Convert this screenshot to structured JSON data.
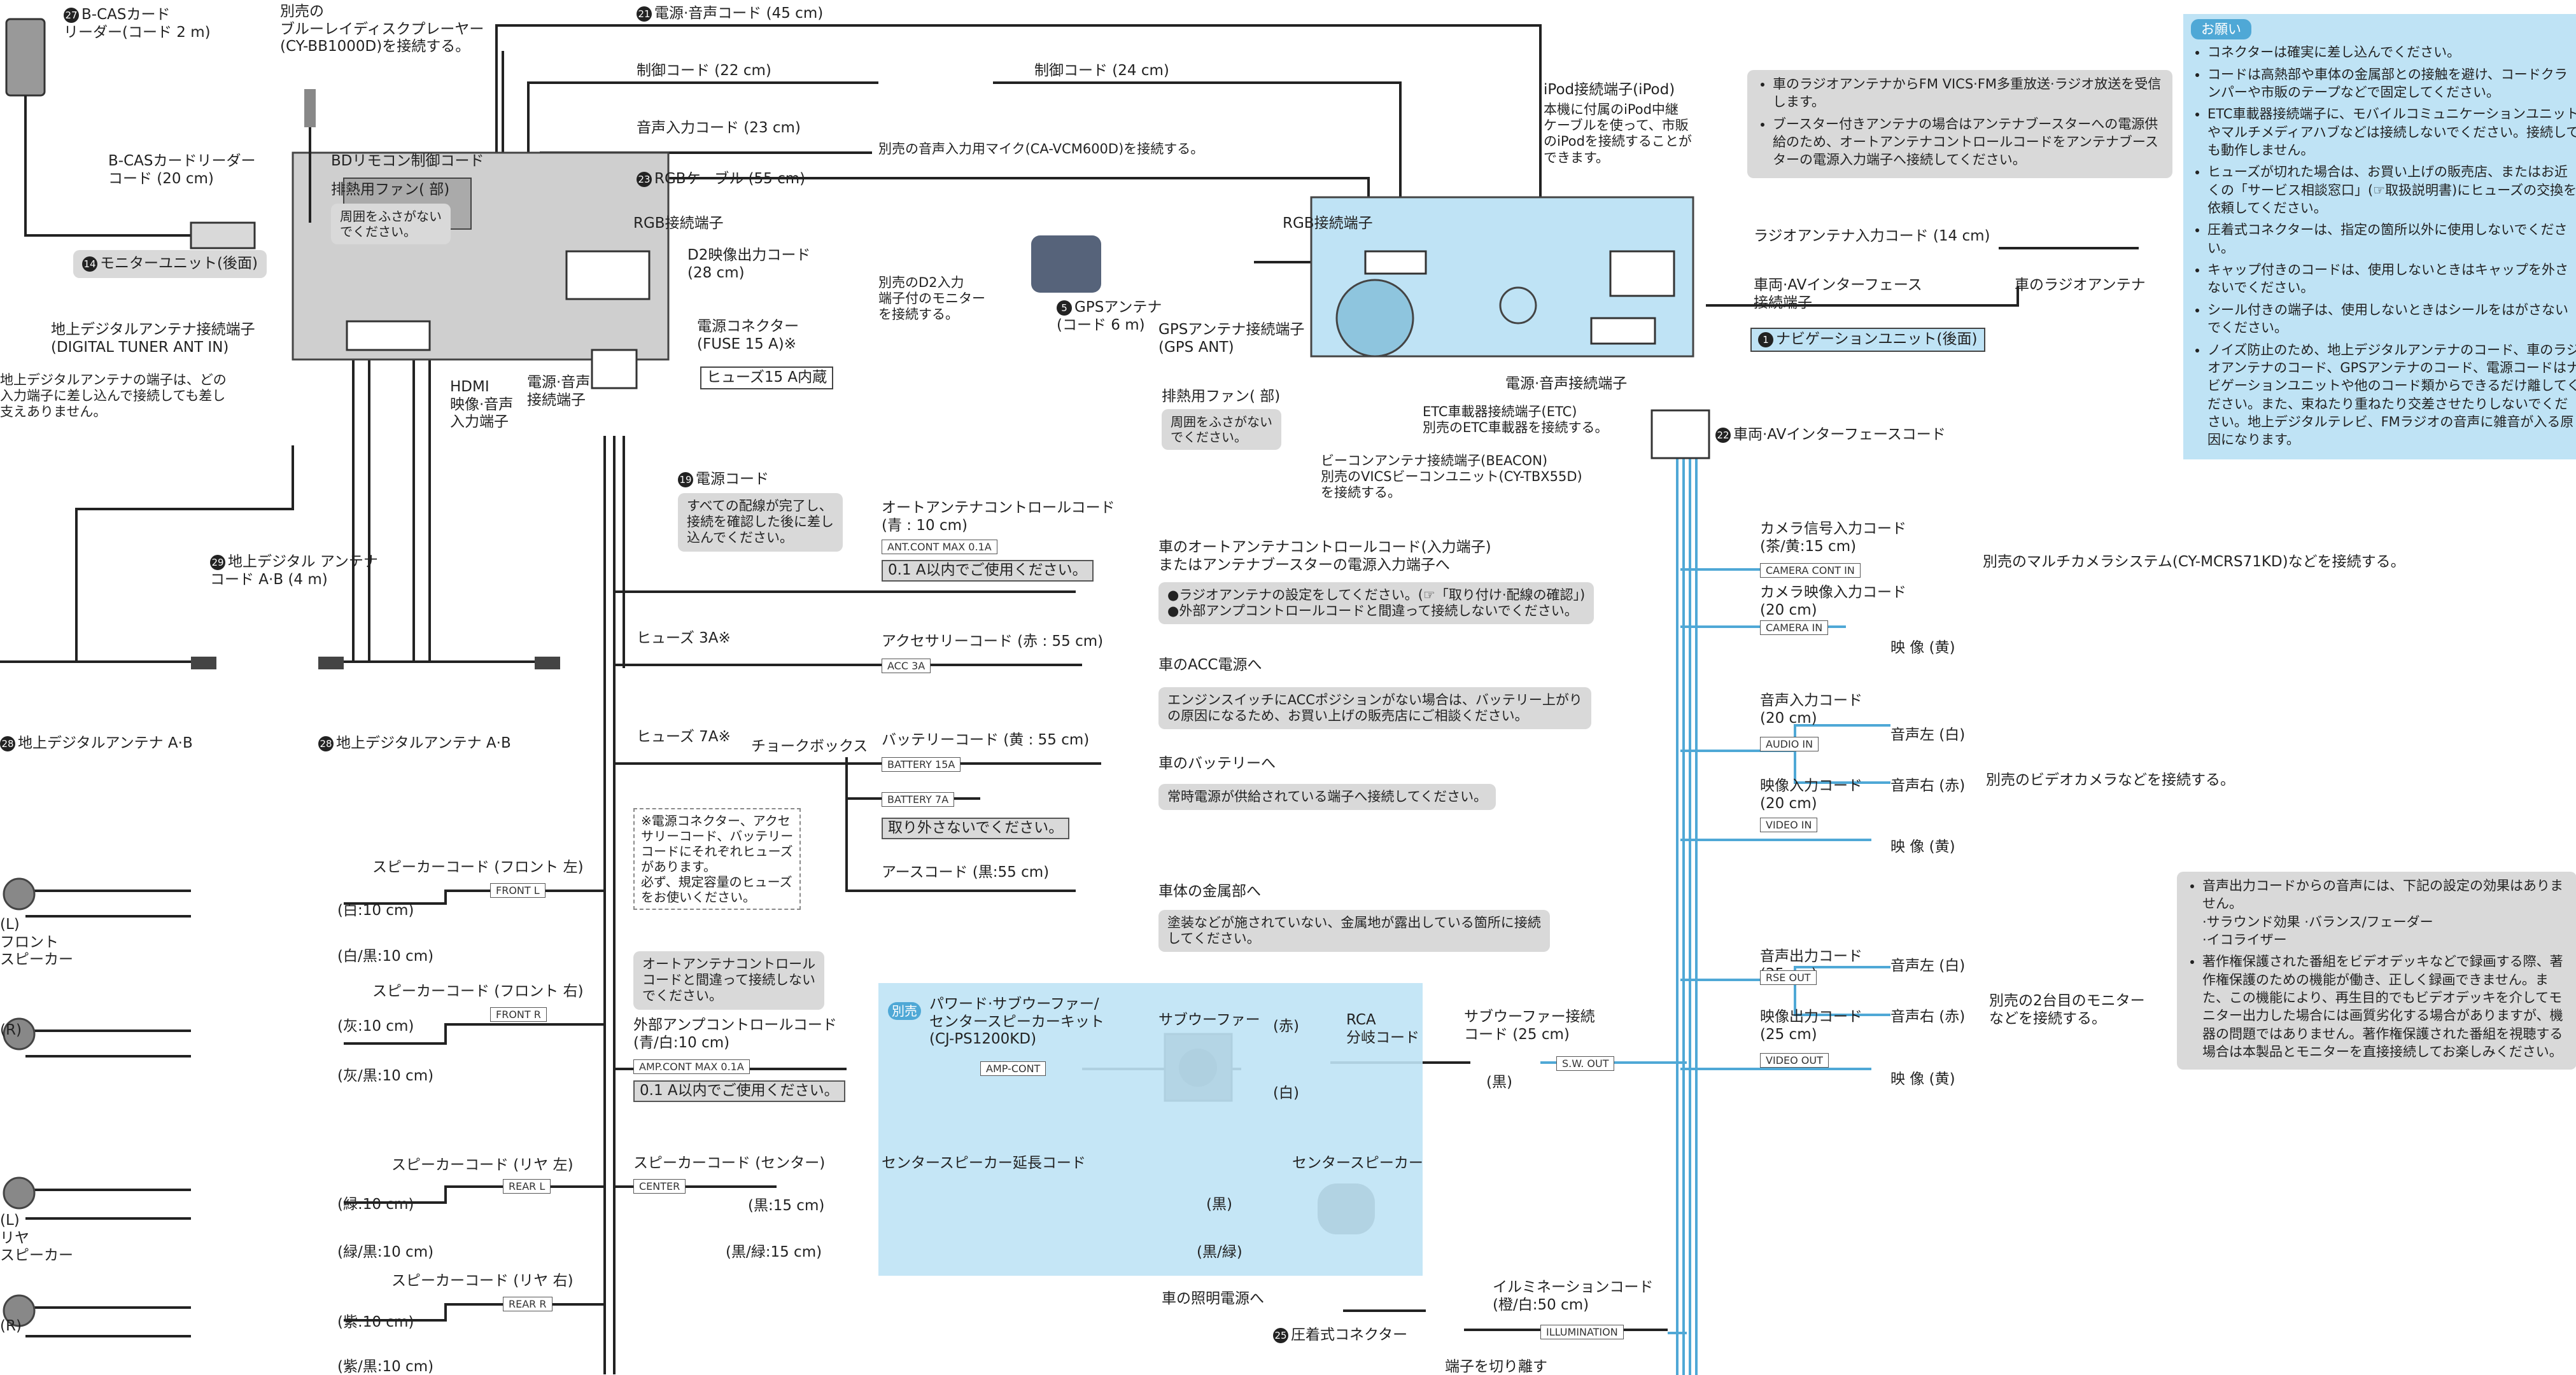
{
  "labels": {
    "bcas_card": "B-CASカード\nリーダー(コード 2 m)",
    "bcas_reader": "B-CASカードリーダー\nコード (20 cm)",
    "monitor_unit": "モニターユニット(後面)",
    "bluray": "別売の\nブルーレイディスクプレーヤー\n(CY-BB1000D)を接続する。",
    "bd_remote": "BDリモコン制御コード",
    "fan": "排熱用ファン(      部)",
    "fan_note": "周囲をふさがない\nでください。",
    "power_audio_code": "電源·音声コード (45 cm)",
    "control_code_22": "制御コード (22 cm)",
    "control_code_24": "制御コード (24 cm)",
    "audio_input_23": "音声入力コード (23 cm)",
    "mic_note": "別売の音声入力用マイク(CA-VCM600D)を接続する。",
    "rgb_cable": "RGBケーブル (55 cm)",
    "rgb_conn": "RGB接続端子",
    "d2_out": "D2映像出力コード\n(28 cm)",
    "d2_note": "別売のD2入力\n端子付のモニター\nを接続する。",
    "power_conn": "電源コネクター\n(FUSE 15 A)※",
    "fuse_box": "ヒューズ15 A内蔵",
    "digital_ant_terminal": "地上デジタルアンテナ接続端子\n(DIGITAL TUNER ANT IN)",
    "digital_ant_note": "地上デジタルアンテナの端子は、どの\n入力端子に差し込んで接続しても差し\n支えありません。",
    "hdmi": "HDMI\n映像·音声\n入力端子",
    "power_audio_term": "電源·音声\n接続端子",
    "power_code": "電源コード",
    "power_code_note": "すべての配線が完了し、\n接続を確認した後に差し\n込んでください。",
    "ant_code": "地上デジタル アンテナ\nコード A·B (4 m)",
    "ant_ab_1": "地上デジタルアンテナ A·B",
    "ant_ab_2": "地上デジタルアンテナ A·B",
    "ipod_term": "iPod接続端子(iPod)",
    "ipod_note": "本機に付属のiPod中継\nケーブルを使って、市販\nのiPodを接続することが\nできます。",
    "rgb_conn2": "RGB接続端子",
    "gps_ant": "GPSアンテナ\n(コード 6 m)",
    "gps_term": "GPSアンテナ接続端子\n(GPS ANT)",
    "fan2": "排熱用ファン(      部)",
    "fan2_note": "周囲をふさがない\nでください。",
    "power_audio_term2": "電源·音声接続端子",
    "etc_term": "ETC車載器接続端子(ETC)\n別売のETC車載器を接続する。",
    "beacon": "ビーコンアンテナ接続端子(BEACON)\n別売のVICSビーコンユニット(CY-TBX55D)\nを接続する。",
    "radio_ant_input": "ラジオアンテナ入力コード (14 cm)",
    "car_radio_ant": "車のラジオアンテナ",
    "av_interface_term": "車両·AVインターフェース\n接続端子",
    "nav_unit": "ナビゲーションユニット(後面)",
    "av_interface_code": "車両·AVインターフェースコード",
    "radio_note_1": "車のラジオアンテナからFM VICS·FM多重放送·ラジオ放送を受信します。",
    "radio_note_2": "ブースター付きアンテナの場合はアンテナブースターへの電源供給のため、オートアンテナコントロールコードをアンテナブースターの電源入力端子へ接続してください。",
    "auto_ant_ctrl": "オートアンテナコントロールコード\n(青 : 10 cm)",
    "ant_cont_tag": "ANT.CONT MAX 0.1A",
    "use_01a": "0.1 A以内でご使用ください。",
    "auto_ant_dest": "車のオートアンテナコントロールコード(入力端子)\nまたはアンテナブースターの電源入力端子へ",
    "auto_ant_notes": "●ラジオアンテナの設定をしてください。(☞「取り付け·配線の確認」)\n●外部アンプコントロールコードと間違って接続しないでください。",
    "fuse_3a": "ヒューズ 3A※",
    "acc_code": "アクセサリーコード (赤 : 55 cm)",
    "acc_tag": "ACC 3A",
    "acc_dest": "車のACC電源へ",
    "acc_note": "エンジンスイッチにACCポジションがない場合は、バッテリー上がり\nの原因になるため、お買い上げの販売店にご相談ください。",
    "fuse_7a": "ヒューズ 7A※",
    "choke": "チョークボックス",
    "battery_code": "バッテリーコード (黄 : 55 cm)",
    "battery_15a": "BATTERY 15A",
    "battery_7a": "BATTERY 7A",
    "battery_dest": "車のバッテリーへ",
    "battery_note": "常時電源が供給されている端子へ接続してください。",
    "dont_remove": "取り外さないでください。",
    "earth_code": "アースコード (黒:55 cm)",
    "earth_dest": "車体の金属部へ",
    "earth_note": "塗装などが施されていない、金属地が露出している箇所に接続\nしてください。",
    "fuse_note": "※電源コネクター、アクセ\nサリーコード、バッテリー\nコードにそれぞれヒューズ\nがあります。\n必ず、規定容量のヒューズ\nをお使いください。",
    "amp_warning": "オートアンテナコントロール\nコードと間違って接続しない\nでください。",
    "ext_amp": "外部アンプコントロールコード\n(青/白:10 cm)",
    "amp_cont_tag": "AMP.CONT MAX 0.1A",
    "use_01a_2": "0.1 A以内でご使用ください。",
    "sp_front_l": "スピーカーコード (フロント 左)",
    "front_l_tag": "FRONT L",
    "white10": "(白:10 cm)",
    "whiteblack10": "(白/黒:10 cm)",
    "front_speaker": "(L)\nフロント\nスピーカー\n\n\n\n(R)",
    "sp_front_r": "スピーカーコード (フロント 右)",
    "front_r_tag": "FRONT R",
    "grey10": "(灰:10 cm)",
    "greyblack10": "(灰/黒:10 cm)",
    "sp_rear_l": "スピーカーコード (リヤ 左)",
    "rear_l_tag": "REAR L",
    "green10": "(緑:10 cm)",
    "greenblack10": "(緑/黒:10 cm)",
    "rear_speaker": "(L)\nリヤ\nスピーカー\n\n\n\n(R)",
    "sp_rear_r": "スピーカーコード (リヤ 右)",
    "rear_r_tag": "REAR R",
    "purple10": "(紫:10 cm)",
    "purpleblack10": "(紫/黒:10 cm)",
    "sp_center": "スピーカーコード (センター)",
    "center_tag": "CENTER",
    "black15": "(黒:15 cm)",
    "blackwhite15": "(黒/緑:15 cm)",
    "kit_badge": "別売",
    "kit_title": "パワード·サブウーファー/\nセンタースピーカーキット\n(CJ-PS1200KD)",
    "subwoofer": "サブウーファー",
    "amp_cont": "AMP-CONT",
    "red": "(赤)",
    "white": "(白)",
    "rca": "RCA\n分岐コード",
    "center_ext": "センタースピーカー延長コード",
    "center_speaker": "センタースピーカー",
    "black": "(黒)",
    "blackwhite": "(黒/緑)",
    "sub_conn": "サブウーファー接続\nコード (25 cm)",
    "sw_out": "S.W. OUT",
    "black2": "(黒)",
    "cam_sig": "カメラ信号入力コード\n(茶/黄:15 cm)",
    "cam_cont_in": "CAMERA CONT IN",
    "cam_video": "カメラ映像入力コード\n(20 cm)",
    "camera_in": "CAMERA IN",
    "video_yellow": "映 像 (黄)",
    "cam_note": "別売のマルチカメラシステム(CY-MCRS71KD)などを接続する。",
    "audio_in_code": "音声入力コード\n(20 cm)",
    "audio_in": "AUDIO IN",
    "audio_l_white": "音声左 (白)",
    "audio_r_red": "音声右 (赤)",
    "video_in_code": "映像入力コード\n(20 cm)",
    "video_in": "VIDEO IN",
    "video_yellow2": "映 像 (黄)",
    "videocam_note": "別売のビデオカメラなどを接続する。",
    "audio_out_code": "音声出力コード\n(25 cm)",
    "rse_out": "RSE OUT",
    "audio_l_white2": "音声左 (白)",
    "audio_r_red2": "音声右 (赤)",
    "video_out_code": "映像出力コード\n(25 cm)",
    "video_out": "VIDEO OUT",
    "video_yellow3": "映 像 (黄)",
    "monitor2_note": "別売の2台目のモニター\nなどを接続する。",
    "illum_code": "イルミネーションコード\n(橙/白:50 cm)",
    "illumination": "ILLUMINATION",
    "illum_dest": "車の照明電源へ",
    "crimp": "圧着式コネクター",
    "cut_terminal": "端子を切り離す"
  },
  "notice": {
    "title": "お願い",
    "items": [
      "コネクターは確実に差し込んでください。",
      "コードは高熱部や車体の金属部との接触を避け、コードクランパーや市販のテープなどで固定してください。",
      "ETC車載器接続端子に、モバイルコミュニケーションユニットやマルチメディアハブなどは接続しないでください。接続しても動作しません。",
      "ヒューズが切れた場合は、お買い上げの販売店、またはお近くの「サービス相談窓口」(☞取扱説明書)にヒューズの交換を依頼してください。",
      "圧着式コネクターは、指定の箇所以外に使用しないでください。",
      "キャップ付きのコードは、使用しないときはキャップを外さないでください。",
      "シール付きの端子は、使用しないときはシールをはがさないでください。",
      "ノイズ防止のため、地上デジタルアンテナのコード、車のラジオアンテナのコード、GPSアンテナのコード、電源コードはナビゲーションユニットや他のコード類からできるだけ離してください。また、束ねたり重ねたり交差させたりしないでください。地上デジタルテレビ、FMラジオの音声に雑音が入る原因になります。"
    ]
  },
  "output_notes": [
    "音声出力コードからの音声には、下記の設定の効果はありません。\n·サラウンド効果 ·バランス/フェーダー\n·イコライザー",
    "著作権保護された番組をビデオデッキなどで録画する際、著作権保護のための機能が働き、正しく録画できません。また、この機能により、再生目的でもビデオデッキを介してモニター出力した場合には画質劣化する場合がありますが、機器の問題ではありません。著作権保護された番組を視聴する場合は本製品とモニターを直接接続してお楽しみください。"
  ],
  "colors": {
    "notice_bg": "#bfe3f5",
    "notice_badge": "#4fa8d6",
    "kit_bg": "#bfe3f5",
    "wire_blue": "#4fa8d6",
    "grey_box": "#d9d9d9"
  }
}
